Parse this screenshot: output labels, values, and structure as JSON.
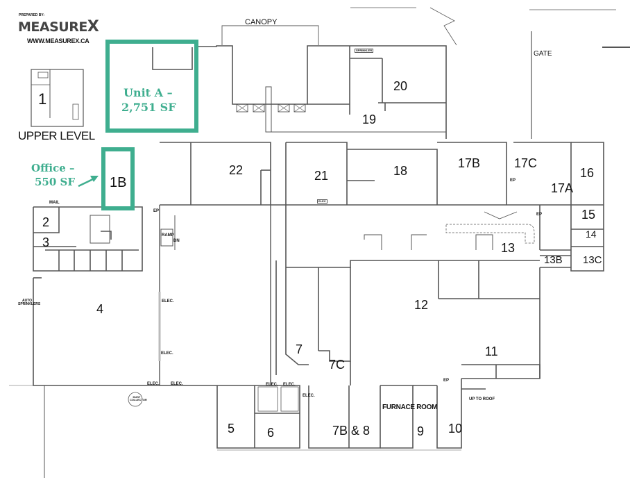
{
  "header": {
    "prepared_by": "PREPARED BY:",
    "logo_text_main": "MEASURE",
    "logo_text_x": "X",
    "website": "WWW.MEASUREX.CA"
  },
  "colors": {
    "highlight": "#3fae8f",
    "walls": "#555555",
    "text": "#111111",
    "background": "#ffffff"
  },
  "upper_level": {
    "title": "UPPER LEVEL",
    "unit_label": "1"
  },
  "highlights": {
    "unit_a": {
      "line1": "Unit A –",
      "line2": "2,751 SF"
    },
    "office": {
      "line1": "Office –",
      "line2": "550 SF",
      "arrow": "arrow-icon"
    }
  },
  "site_labels": {
    "canopy": "CANOPY",
    "gate": "GATE",
    "ramp": "RAMP",
    "dn": "DN",
    "mail": "MAIL",
    "auto_sprinklers": "AUTO SPRINKLERS",
    "dust_collector": "DUST COLLECTOR",
    "furnace_room": "FURNACE ROOM",
    "up_to_roof": "UP TO ROOF",
    "elec": "ELEC.",
    "ep": "EP",
    "sprinkler": "SPRINKLER",
    "elec_box": "ELEC"
  },
  "units": [
    {
      "id": "1B",
      "label": "1B"
    },
    {
      "id": "2",
      "label": "2"
    },
    {
      "id": "3",
      "label": "3"
    },
    {
      "id": "4",
      "label": "4"
    },
    {
      "id": "5",
      "label": "5"
    },
    {
      "id": "6",
      "label": "6"
    },
    {
      "id": "7",
      "label": "7"
    },
    {
      "id": "7C",
      "label": "7C"
    },
    {
      "id": "7B8",
      "label": "7B & 8"
    },
    {
      "id": "9",
      "label": "9"
    },
    {
      "id": "10",
      "label": "10"
    },
    {
      "id": "11",
      "label": "11"
    },
    {
      "id": "12",
      "label": "12"
    },
    {
      "id": "13",
      "label": "13"
    },
    {
      "id": "13B",
      "label": "13B"
    },
    {
      "id": "13C",
      "label": "13C"
    },
    {
      "id": "14",
      "label": "14"
    },
    {
      "id": "15",
      "label": "15"
    },
    {
      "id": "16",
      "label": "16"
    },
    {
      "id": "17A",
      "label": "17A"
    },
    {
      "id": "17B",
      "label": "17B"
    },
    {
      "id": "17C",
      "label": "17C"
    },
    {
      "id": "18",
      "label": "18"
    },
    {
      "id": "19",
      "label": "19"
    },
    {
      "id": "20",
      "label": "20"
    },
    {
      "id": "21",
      "label": "21"
    },
    {
      "id": "22",
      "label": "22"
    }
  ]
}
